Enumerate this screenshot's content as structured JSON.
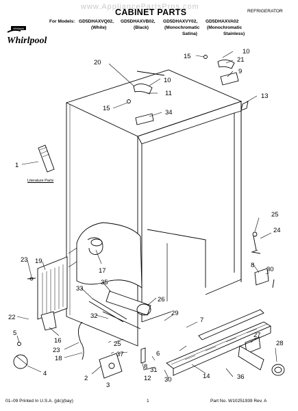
{
  "header": {
    "watermark": "www.AppliancePartsPros.com",
    "title": "CABINET PARTS",
    "category": "REFRIGERATOR",
    "models_label": "For Models:",
    "models": [
      "GD5DHAXVQ02,",
      "GD5DHAXVB02,",
      "GD5DHAXVY02,",
      "GD5DHAXVA02"
    ],
    "variants": [
      "(White)",
      "(Black)",
      "(Monochromatic",
      "(Monochromatic"
    ],
    "variants_line2": [
      "Satina)",
      "Stainless)"
    ]
  },
  "logo": {
    "text": "Whirlpool",
    "badge": "Whirlpool"
  },
  "literature_label": "Literature Parts",
  "callouts": {
    "c1": "1",
    "c2": "2",
    "c3": "3",
    "c4": "4",
    "c5": "5",
    "c6": "6",
    "c7": "7",
    "c8a": "8",
    "c8b": "8",
    "c9": "9",
    "c10a": "10",
    "c10b": "10",
    "c11": "11",
    "c12": "12",
    "c13": "13",
    "c14": "14",
    "c15a": "15",
    "c15b": "15",
    "c16": "16",
    "c17": "17",
    "c18": "18",
    "c19": "19",
    "c20": "20",
    "c21": "21",
    "c22": "22",
    "c23a": "23",
    "c23b": "23",
    "c24": "24",
    "c25a": "25",
    "c25b": "25",
    "c26": "26",
    "c27": "27",
    "c28": "28",
    "c29": "29",
    "c30a": "30",
    "c30b": "30",
    "c31": "31",
    "c32": "32",
    "c33": "33",
    "c34": "34",
    "c35": "35",
    "c36": "36",
    "c37": "37"
  },
  "footer": {
    "left": "01–09 Printed In U.S.A. (jdc)(bay)",
    "page": "1",
    "right": "Part No. W10251939 Rev. A"
  }
}
